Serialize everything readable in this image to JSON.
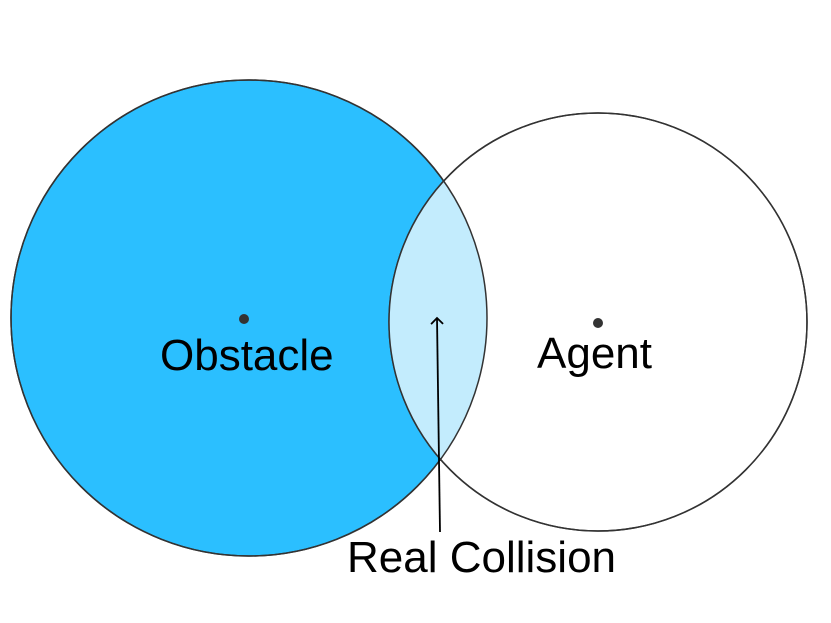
{
  "labels": {
    "obstacle": "Obstacle",
    "agent": "Agent",
    "collision": "Real Collision"
  },
  "colors": {
    "obstacle_fill": "#2bbfff",
    "overlap_fill": "#c3ecfd",
    "agent_fill": "#ffffff",
    "stroke": "#333333",
    "center_dot": "#333333"
  }
}
